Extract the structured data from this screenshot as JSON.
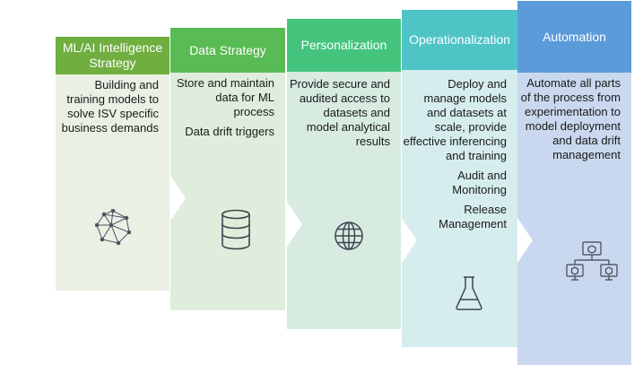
{
  "steps": [
    {
      "title": "ML/AI Intelligence Strategy",
      "color": "#6FAE3F",
      "body_color": "#EAF1E4",
      "items": [
        "Building and training models to solve ISV specific business demands"
      ],
      "icon": "network-icon"
    },
    {
      "title": "Data Strategy",
      "color": "#59BB53",
      "body_color": "#DFEEDC",
      "items": [
        "Store and maintain data for ML process",
        "Data drift triggers"
      ],
      "icon": "database-icon"
    },
    {
      "title": "Personalization",
      "color": "#45C47E",
      "body_color": "#D7EBE1",
      "items": [
        "Provide secure and audited access to datasets and model analytical results"
      ],
      "icon": "globe-icon"
    },
    {
      "title": "Operationalization",
      "color": "#4FC4C7",
      "body_color": "#D6EDEE",
      "items": [
        "Deploy and manage models and datasets at scale, provide effective inferencing and training",
        "Audit and Monitoring",
        "Release Management"
      ],
      "icon": "flask-icon"
    },
    {
      "title": "Automation",
      "color": "#5B9BD9",
      "body_color": "#C9D8EE",
      "items": [
        "Automate all parts of the process from experimentation to model deployment and data drift management"
      ],
      "icon": "hierarchy-icon"
    }
  ]
}
